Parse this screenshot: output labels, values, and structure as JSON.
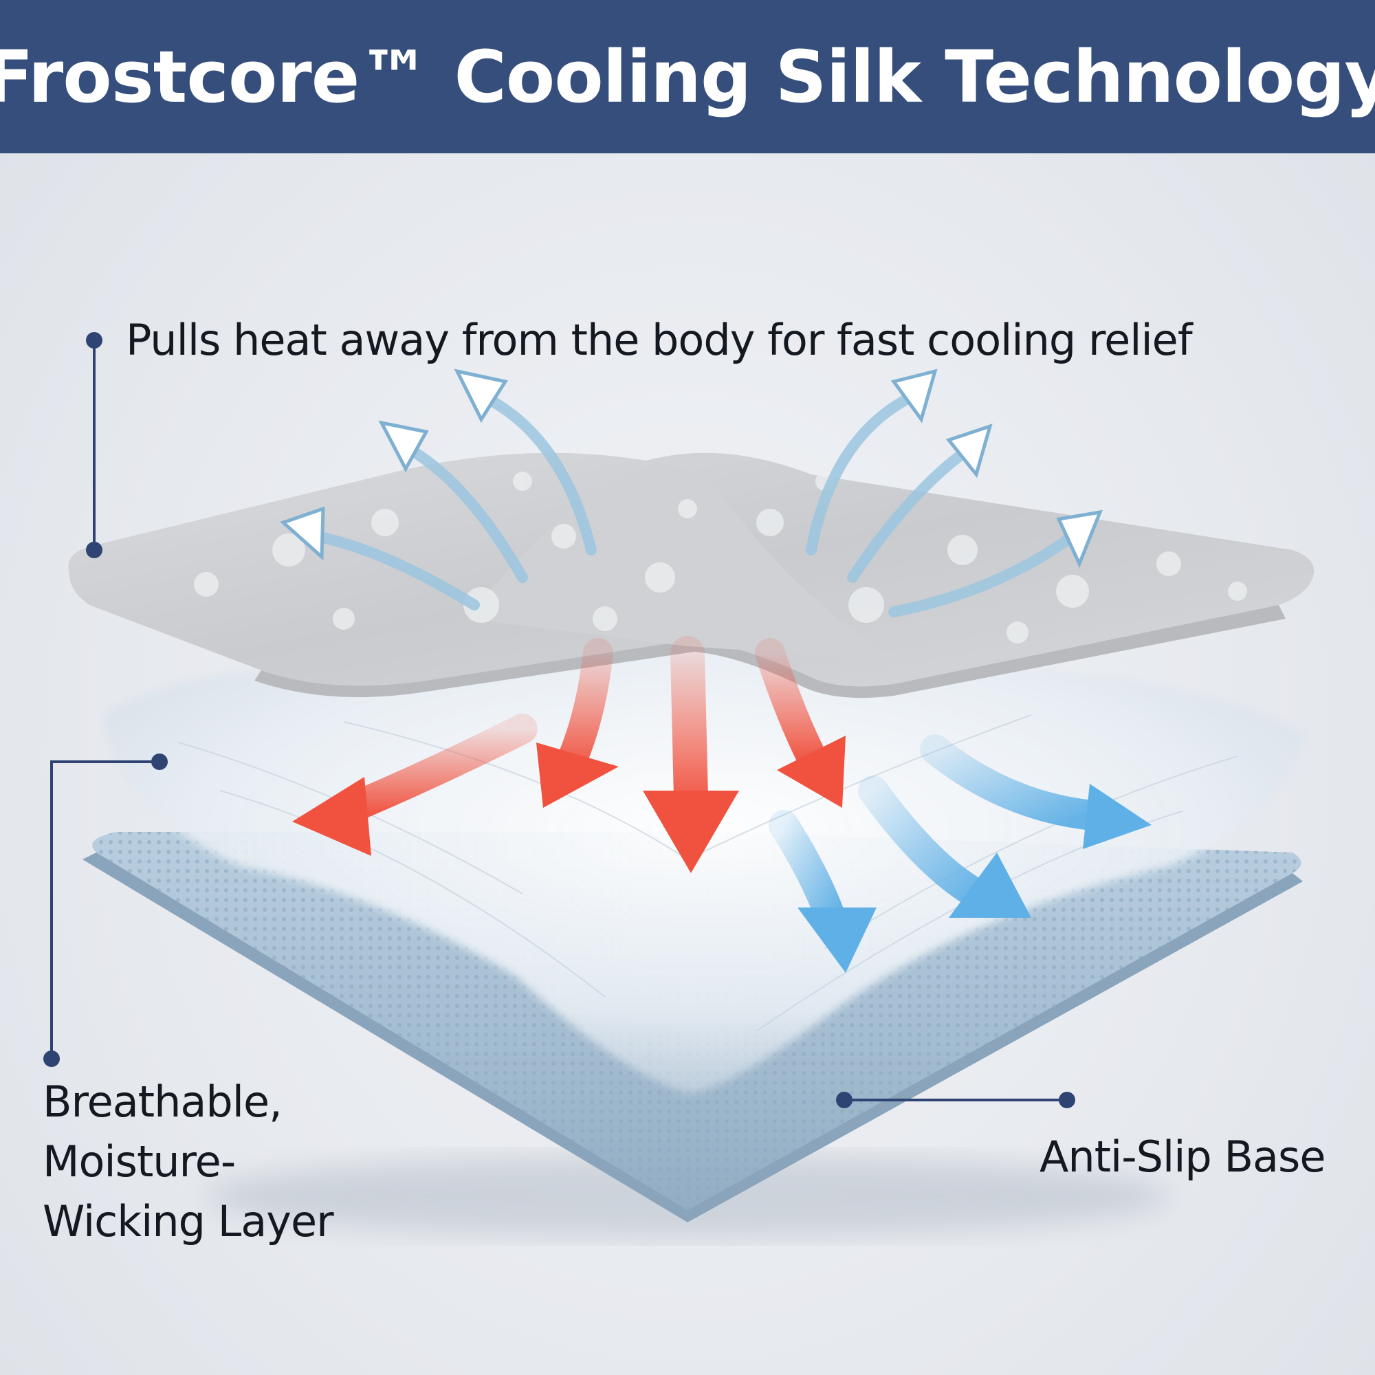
{
  "header": {
    "title": "Frostcore™ Cooling Silk Technology"
  },
  "callouts": {
    "top": "Pulls heat away from the body for fast cooling relief",
    "left_line1": "Breathable,",
    "left_line2": "Moisture-",
    "left_line3": "Wicking Layer",
    "right": "Anti-Slip Base"
  },
  "colors": {
    "header_bg": "#354e7b",
    "callout_line": "#2f4473",
    "heat_arrow": "#f0523f",
    "cool_arrow": "#5fb0e6",
    "base_layer": "#a9c2d6"
  },
  "icons": {
    "layers": [
      "cooling-silk-layer",
      "fiber-fill-layer",
      "anti-slip-base-layer"
    ],
    "arrows": [
      "cool-air-arrow",
      "heat-arrow",
      "airflow-arrow"
    ]
  }
}
